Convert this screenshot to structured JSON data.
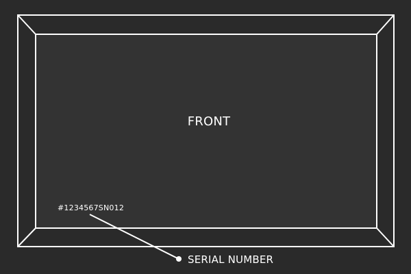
{
  "diagram": {
    "front_label": "FRONT",
    "serial_value": "#1234567SN012",
    "serial_caption": "SERIAL NUMBER"
  },
  "colors": {
    "background": "#2a2a2a",
    "inner_panel": "#333333",
    "line": "#ffffff",
    "text": "#ffffff"
  }
}
